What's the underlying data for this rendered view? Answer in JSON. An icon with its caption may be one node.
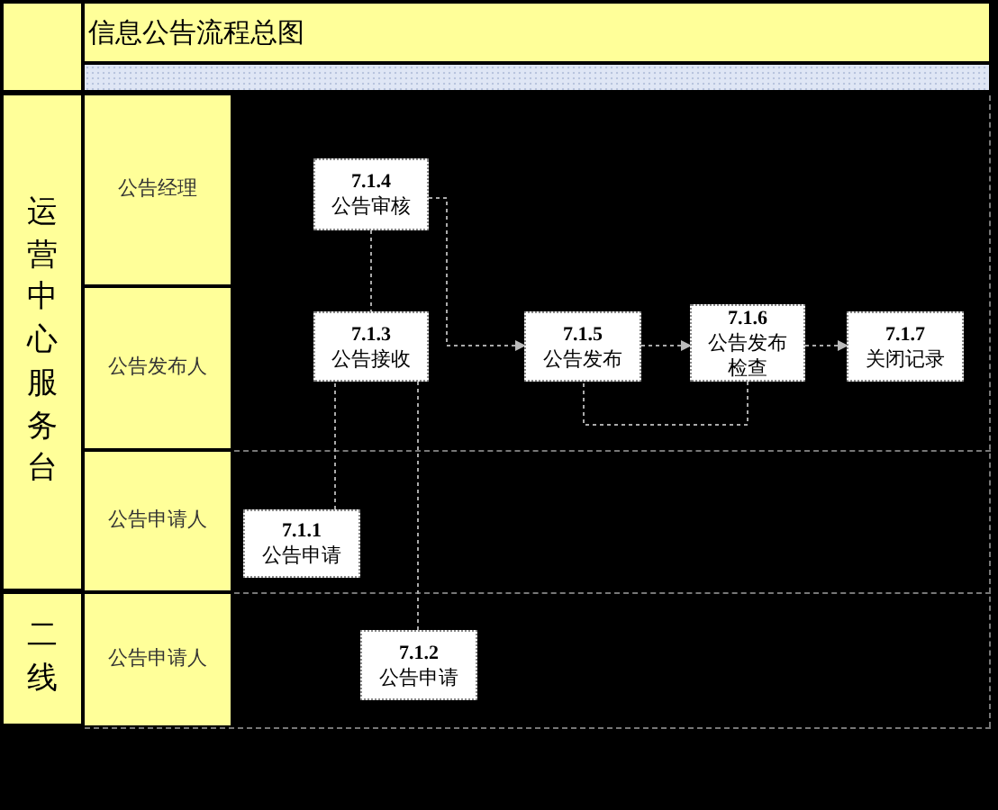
{
  "diagram": {
    "title": "信息公告流程总图",
    "nodes": [
      {
        "text": [
          "运营中心服务台"
        ]
      },
      {
        "text": [
          "二线"
        ]
      },
      {
        "text": [
          "公告经理"
        ]
      },
      {
        "text": [
          "公告发布人"
        ]
      },
      {
        "text": [
          "公告申请人"
        ]
      },
      {
        "text": [
          "公告申请人"
        ]
      },
      {
        "text": [
          "7.1.4",
          "公告审核"
        ]
      },
      {
        "text": [
          "7.1.3",
          "公告接收"
        ]
      },
      {
        "text": [
          "7.1.5",
          "公告发布"
        ]
      },
      {
        "text": [
          "7.1.6",
          "公告发布检查"
        ]
      },
      {
        "text": [
          "7.1.7",
          "关闭记录"
        ]
      },
      {
        "text": [
          "7.1.1",
          "公告申请"
        ]
      },
      {
        "text": [
          "7.1.2",
          "公告申请"
        ]
      },
      {
        "text": [],
        "shape": "bar"
      }
    ],
    "edges": [
      {
        "from": 6,
        "to": 7,
        "arrow": "none",
        "style": "dashed"
      },
      {
        "from": 6,
        "to": 8,
        "arrow": "to",
        "style": "dashed"
      },
      {
        "from": 8,
        "to": 9,
        "arrow": "to",
        "style": "dashed"
      },
      {
        "from": 9,
        "to": 10,
        "arrow": "to",
        "style": "dashed"
      },
      {
        "from": 9,
        "to": 8,
        "arrow": "none",
        "style": "dashed"
      },
      {
        "from": 7,
        "to": 12,
        "arrow": "none",
        "style": "dashed"
      },
      {
        "from": 11,
        "to": 7,
        "arrow": "none",
        "style": "dashed"
      }
    ]
  }
}
